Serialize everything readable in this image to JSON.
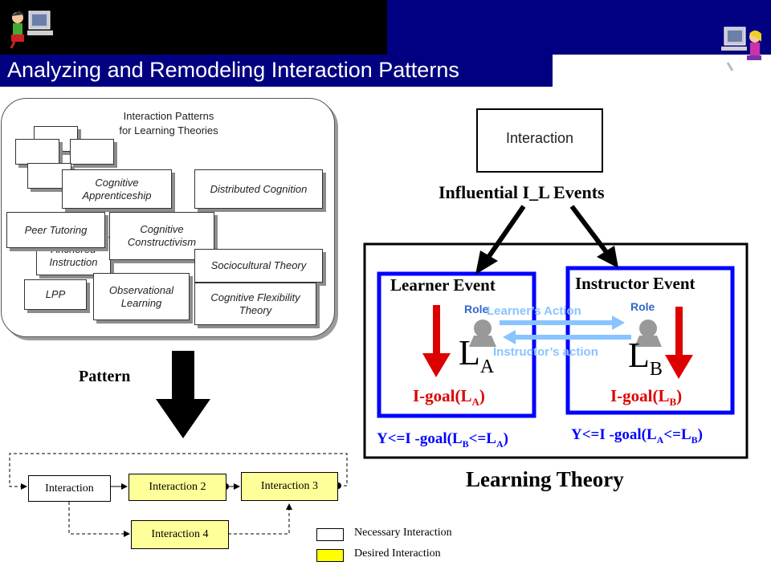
{
  "header": {
    "title": "Analyzing and Remodeling Interaction Patterns",
    "colors": {
      "black_band": "#000000",
      "navy_band": "#000080",
      "title_bg": "#000080",
      "title_fg": "#ffffff"
    }
  },
  "patterns_panel": {
    "title_line1": "Interaction Patterns",
    "title_line2": "for Learning Theories",
    "boxes": {
      "cognitive_apprenticeship": "Cognitive Apprenticeship",
      "distributed_cognition": "Distributed Cognition",
      "peer_tutoring": "Peer Tutoring",
      "cognitive_constructivism": "Cognitive Constructivism",
      "anchored_instruction": "Anchored Instruction",
      "sociocultural_theory": "Sociocultural Theory",
      "lpp": "LPP",
      "observational_learning": "Observational Learning",
      "cognitive_flexibility_theory": "Cognitive Flexibility Theory"
    }
  },
  "pattern_label": "Pattern",
  "flow": {
    "interaction_1": "Interaction",
    "interaction_2": "Interaction 2",
    "interaction_3": "Interaction 3",
    "interaction_4": "Interaction 4"
  },
  "legend": {
    "necessary": "Necessary Interaction",
    "desired": "Desired Interaction",
    "desired_color": "#ffff00"
  },
  "right_diagram": {
    "interaction_box": "Interaction",
    "influential_events": "Influential I_L Events",
    "learner_event": "Learner Event",
    "instructor_event": "Instructor Event",
    "role_a": "Role",
    "role_b": "Role",
    "learners_action": "Learner’s Action",
    "instructors_action": "Instructor’s action",
    "la_main": "L",
    "la_sub": "A",
    "lb_main": "L",
    "lb_sub": "B",
    "igoal_a_pre": "I-goal(L",
    "igoal_a_sub": "A",
    "igoal_a_post": ")",
    "igoal_b_pre": "I-goal(L",
    "igoal_b_sub": "B",
    "igoal_b_post": ")",
    "y_a_pre": "Y<=I -goal(L",
    "y_a_sub1": "B",
    "y_a_mid": "<=L",
    "y_a_sub2": "A",
    "y_a_post": ")",
    "y_b_pre": "Y<=I -goal(L",
    "y_b_sub1": "A",
    "y_b_mid": "<=L",
    "y_b_sub2": "B",
    "y_b_post": ")",
    "learning_theory": "Learning Theory",
    "colors": {
      "blue_frame": "#0000ff",
      "red": "#dd0000",
      "light_blue": "#88c4ff",
      "role_blue": "#3366cc"
    }
  }
}
